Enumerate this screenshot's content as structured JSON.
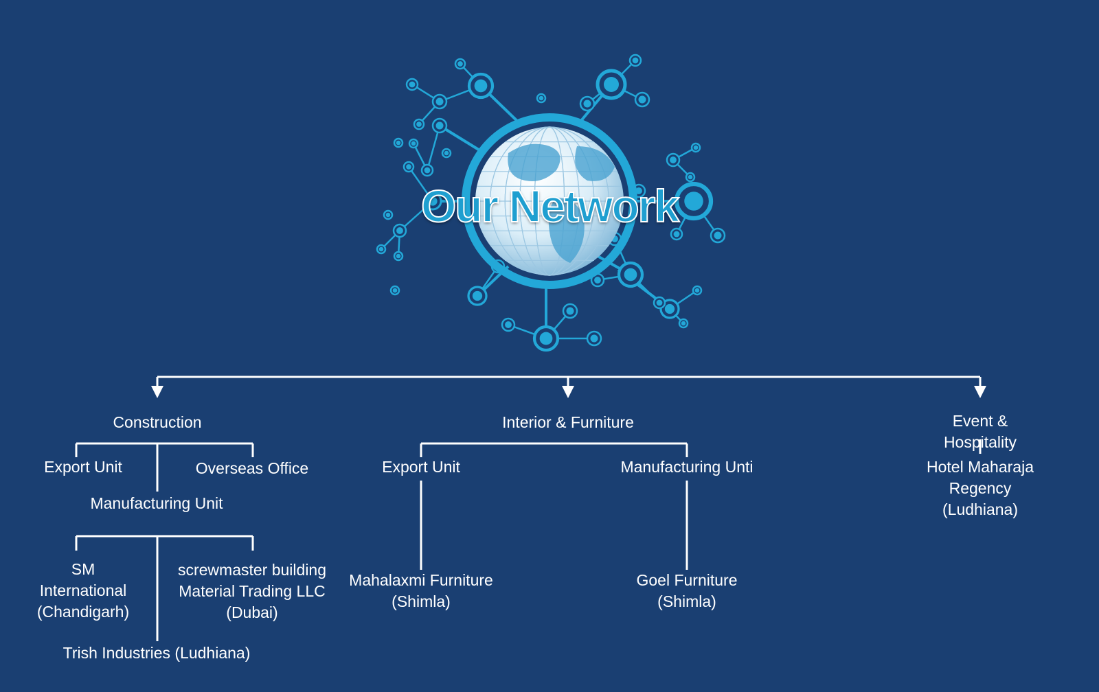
{
  "title": "Our Network",
  "colors": {
    "background": "#1a3f72",
    "line": "#ffffff",
    "node": "#23a8d8",
    "node_light": "#5fd0f0"
  },
  "icon": "globe-network-icon",
  "divisions": [
    {
      "name": "Construction",
      "units": [
        "Export Unit",
        "Overseas Office",
        "Manufacturing Unit"
      ],
      "entities": [
        "SM\nInternational\n(Chandigarh)",
        "screwmaster building\nMaterial Trading LLC\n(Dubai)",
        "Trish Industries (Ludhiana)"
      ]
    },
    {
      "name": "Interior & Furniture",
      "units": [
        "Export Unit",
        "Manufacturing Unti"
      ],
      "entities": [
        "Mahalaxmi Furniture\n(Shimla)",
        "Goel Furniture\n(Shimla)"
      ]
    },
    {
      "name": "Event & Hospitality",
      "entities": [
        "Hotel Maharaja\nRegency\n(Ludhiana)"
      ]
    }
  ]
}
